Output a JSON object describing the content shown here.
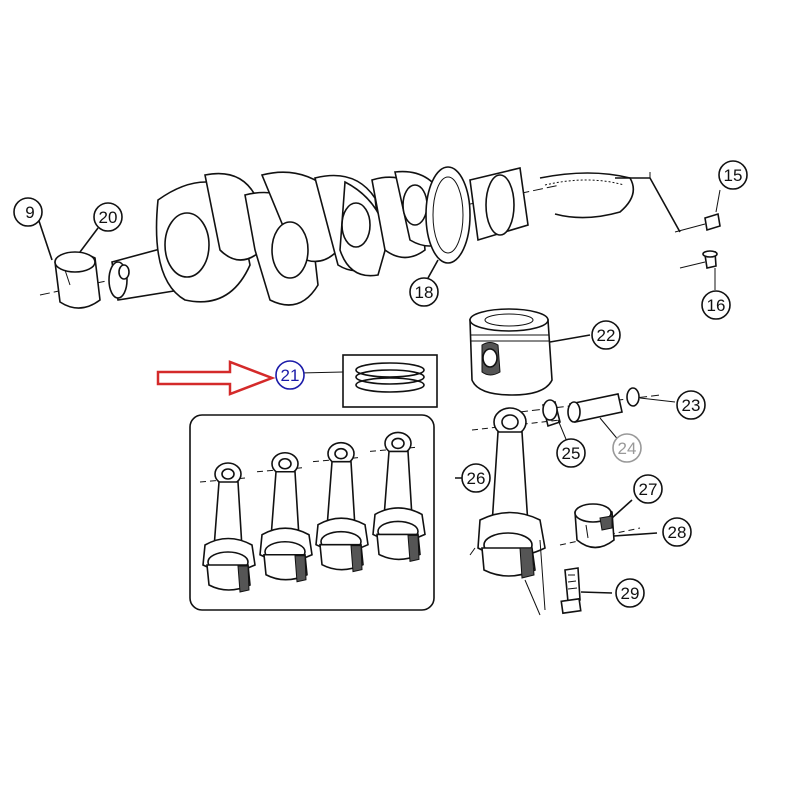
{
  "colors": {
    "line": "#111111",
    "highlight_callout": "#1a1aa8",
    "dim_callout": "#999999",
    "arrow": "#d42a2a",
    "background": "#ffffff"
  },
  "callouts": [
    {
      "key": "c19",
      "label": "9"
    },
    {
      "key": "c20",
      "label": "20"
    },
    {
      "key": "c15",
      "label": "15"
    },
    {
      "key": "c16",
      "label": "16"
    },
    {
      "key": "c18",
      "label": "18"
    },
    {
      "key": "c22",
      "label": "22"
    },
    {
      "key": "c21",
      "label": "21"
    },
    {
      "key": "c23",
      "label": "23"
    },
    {
      "key": "c24",
      "label": "24"
    },
    {
      "key": "c25",
      "label": "25"
    },
    {
      "key": "c26",
      "label": "26"
    },
    {
      "key": "c27",
      "label": "27"
    },
    {
      "key": "c28",
      "label": "28"
    },
    {
      "key": "c29",
      "label": "29"
    }
  ],
  "labels": {
    "c19": "9",
    "c20": "20",
    "c15": "15",
    "c16": "16",
    "c18": "18",
    "c22": "22",
    "c21": "21",
    "c23": "23",
    "c24": "24",
    "c25": "25",
    "c26": "26",
    "c27": "27",
    "c28": "28",
    "c29": "29"
  }
}
